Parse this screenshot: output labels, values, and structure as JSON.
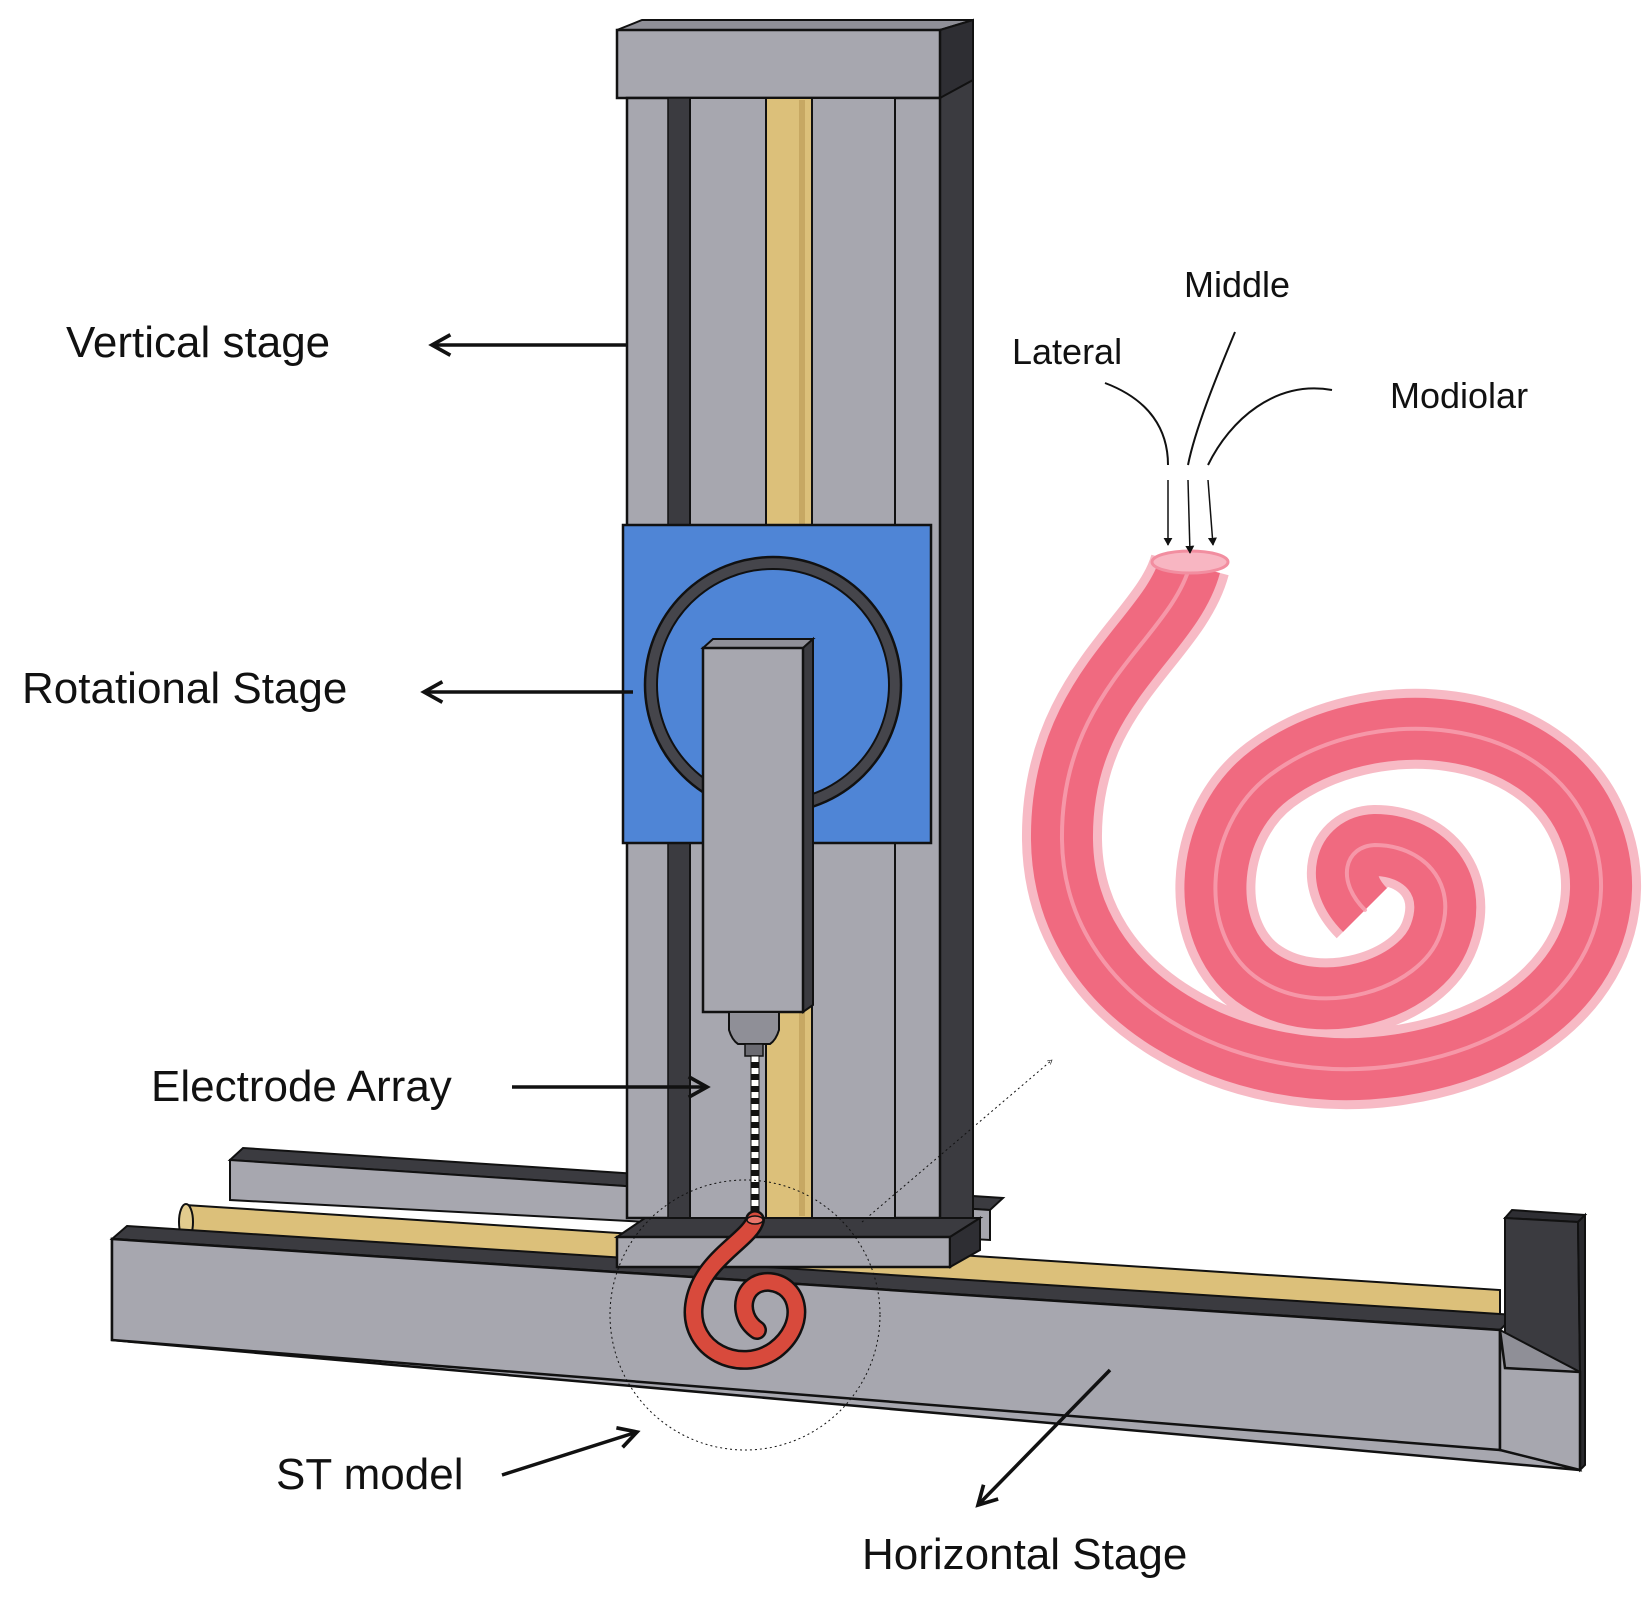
{
  "labels": {
    "vertical_stage": "Vertical stage",
    "rotational_stage": "Rotational Stage",
    "electrode_array": "Electrode Array",
    "st_model": "ST model",
    "horizontal_stage": "Horizontal Stage",
    "lateral": "Lateral",
    "middle": "Middle",
    "modiolar": "Modiolar"
  },
  "colors": {
    "frame_gray": "#a7a7af",
    "frame_dark": "#3b3b40",
    "rail_gold": "#dcc07a",
    "carriage_blue": "#4f85d6",
    "st_model_red": "#d84a3c",
    "st_enlarged_pink": "#f06a80",
    "outline": "#111111"
  }
}
